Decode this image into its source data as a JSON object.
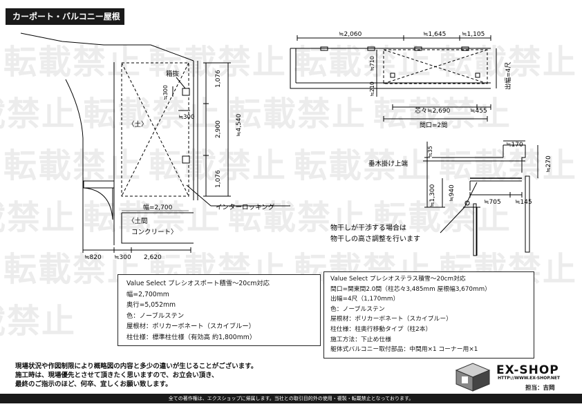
{
  "title": "カーポート・バルコニー屋根",
  "watermark_text": "転載禁止",
  "left_plan": {
    "label_hakonuki": "箱抜",
    "label_tsuchi": "〈土〉",
    "label_doma_1": "〈土間",
    "label_doma_2": "コンクリート〉",
    "label_interlocking": "インターロッキング",
    "width_label": "幅=2,700",
    "dim_300_v": "≒300",
    "dim_300_h": "≒300",
    "dim_1076_top": "1,076",
    "dim_2900": "2,900",
    "dim_1076_bottom": "1,076",
    "dim_4540": "≒4,540",
    "dim_820": "≒820",
    "dim_300_bottom": "≒300",
    "dim_2620": "2,620"
  },
  "right_plan": {
    "dim_2060": "≒2,060",
    "dim_1645": "≒1,645",
    "dim_1105": "≒1,105",
    "dim_710": "≒710",
    "dim_210": "≒210",
    "dim_depth": "出幅=4尺",
    "dim_center": "芯々≒2,690",
    "dim_455": "≒455",
    "dim_opening": "間口=2間"
  },
  "section": {
    "dim_170": "≒170",
    "dim_35": "≒35",
    "label_taruki": "垂木掛け上端",
    "dim_270": "≒270",
    "dim_1300": "≒1,300",
    "dim_940": "≒940",
    "dim_705": "≒705",
    "dim_145": "≒145",
    "note_1": "物干しが干渉する場合は",
    "note_2": "物干しの高さ調整を行います"
  },
  "spec_carport": {
    "lines": [
      "Value Select プレシオスポート積雪～20cm対応",
      "幅=2,700mm",
      "奥行=5,052mm",
      "色：ノーブルステン",
      "屋根材：ポリカーボネート（スカイブルー）",
      "柱仕様：標準柱仕様（有効高 約1,800mm）"
    ]
  },
  "spec_terrace": {
    "lines": [
      "Value Select プレシオステラス積雪～20cm対応",
      "間口=関東間2.0間（柱芯々3,485mm 屋根幅3,670mm）",
      "出幅=4尺（1,170mm）",
      "色：ノーブルステン",
      "屋根材：ポリカーボネート（スカイブルー）",
      "柱仕様：柱奥行移動タイプ（柱2本）",
      "施工方法：下止め仕様",
      "躯体式バルコニー取付部品：中間用×1 コーナー用×1"
    ]
  },
  "notes": [
    "現場状況や作図制限により概略図の内容と多少の違いが生じることがございます。",
    "施工時は、現場優先とさせて頂きたく思いますので、お立会い頂き、",
    "最終のご指示のほど、何卒、宜しくお願い致します。"
  ],
  "logo": {
    "name": "EX-SHOP",
    "url": "HTTP://WWW.EX-SHOP.NET",
    "person": "担当：吉岡"
  },
  "copyright": "全ての著作権は、エクスショップに帰属します。当社との取引目的外の使用・複製・転載禁止となっております。"
}
